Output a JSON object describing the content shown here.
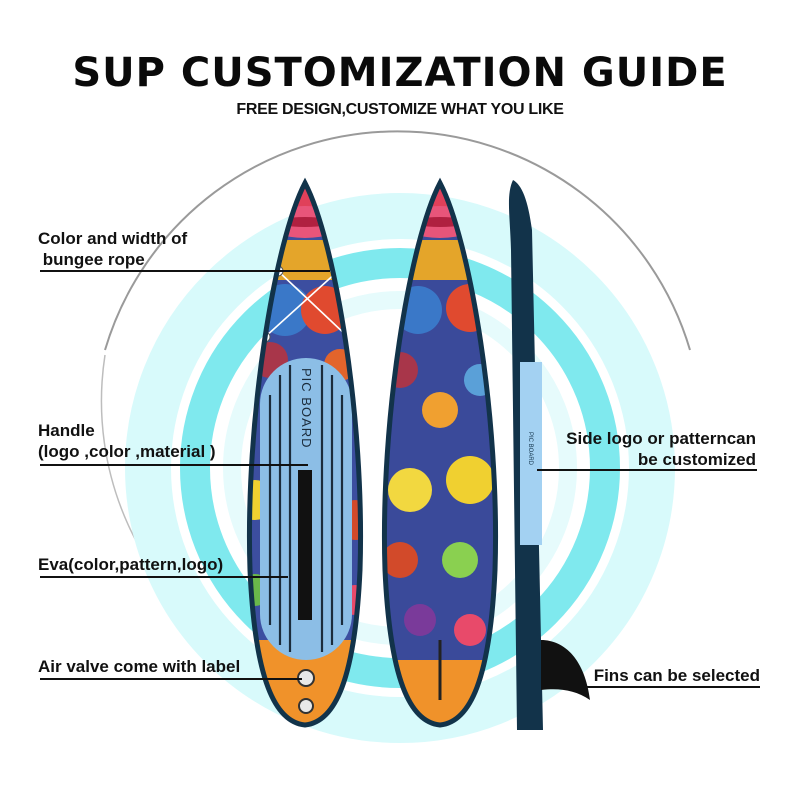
{
  "header": {
    "title": "SUP CUSTOMIZATION GUIDE",
    "subtitle": "FREE DESIGN,CUSTOMIZE WHAT YOU LIKE"
  },
  "board": {
    "deck_logo_text": "PIC BOARD",
    "side_logo_text": "PIC BOARD"
  },
  "callouts": {
    "bungee_line1": "Color and width of",
    "bungee_line2": " bungee rope",
    "handle_line1": "Handle",
    "handle_line2": "(logo ,color ,material )",
    "eva": "Eva(color,pattern,logo)",
    "air_valve": "Air valve come with label",
    "side_logo_line1": "Side logo or patterncan",
    "side_logo_line2": "be customized",
    "fins": "Fins can  be selected"
  },
  "colors": {
    "ring": "#7fe9ee",
    "board_navy": "#12334a",
    "eva_blue": "#8cbee6",
    "handle_black": "#111111",
    "side_blue": "#a3d1f2"
  }
}
